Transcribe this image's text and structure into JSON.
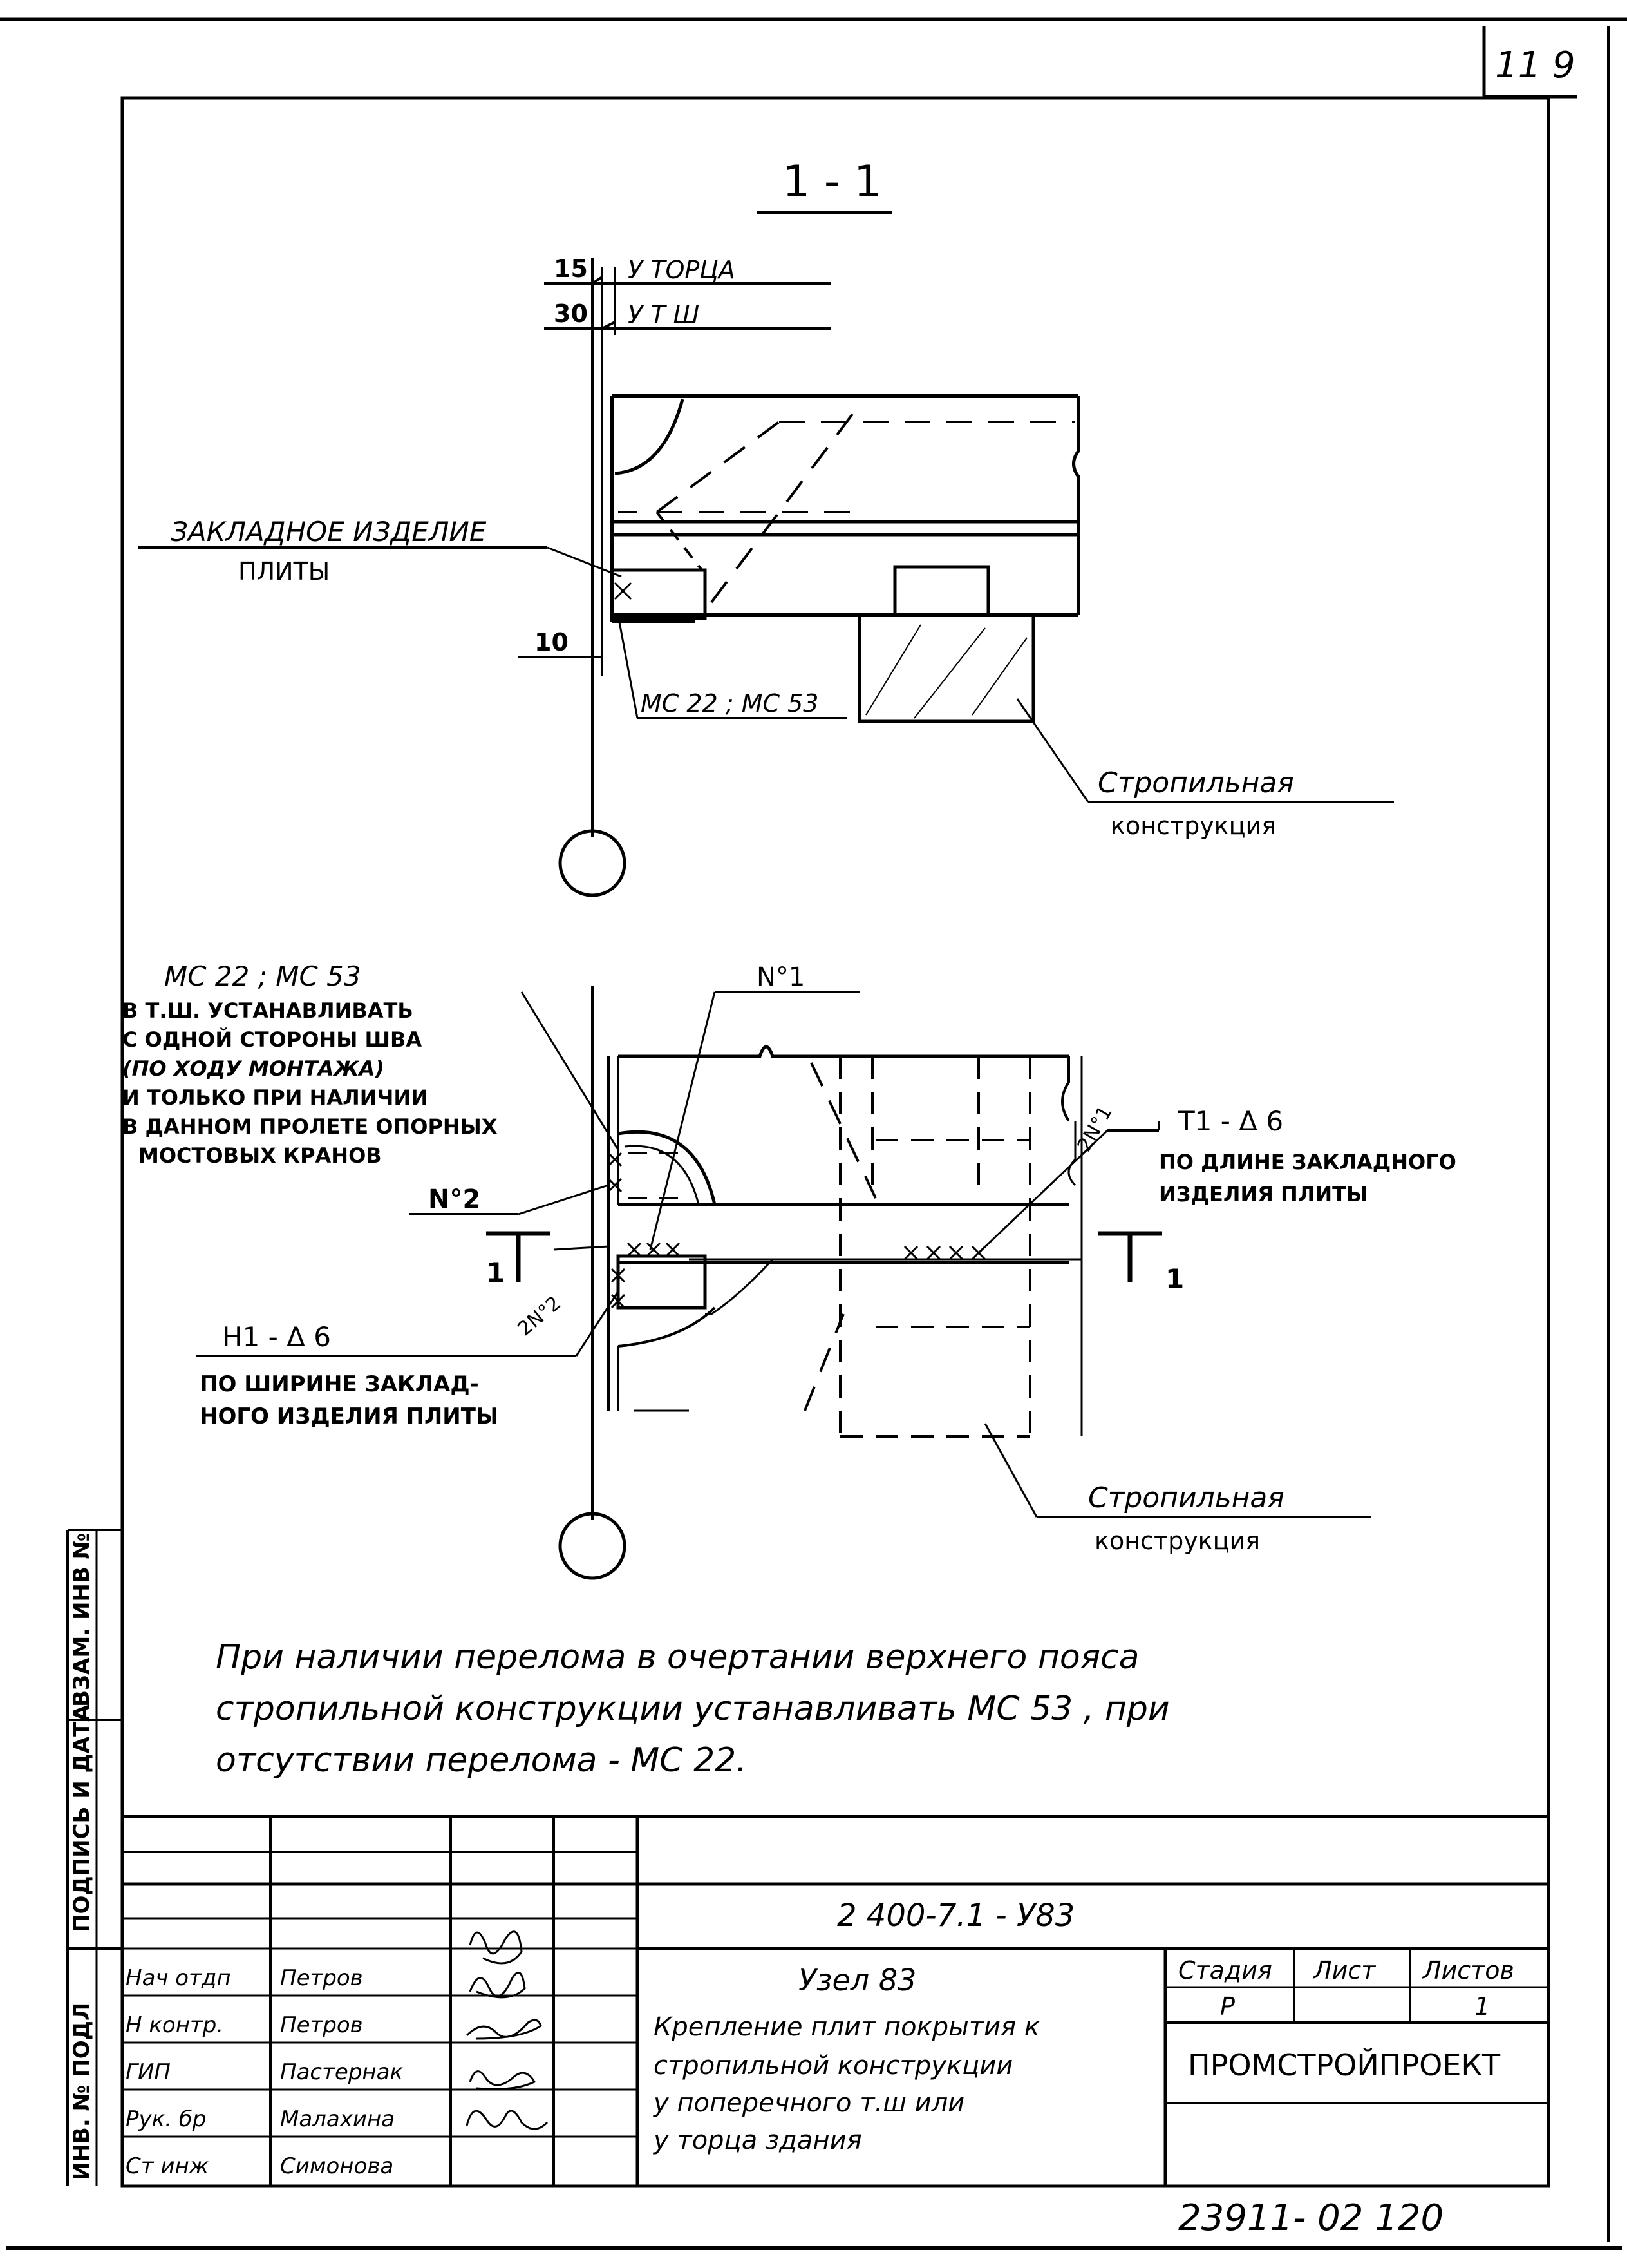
{
  "sheet_number": "11 9",
  "section_label": "1 - 1",
  "top_detail": {
    "dim_15": "15",
    "dim_30": "30",
    "dim_10": "10",
    "label_torec": "У ТОРЦА",
    "label_tsh": "У Т Ш",
    "embedded_line1": "ЗАКЛАДНОЕ ИЗДЕЛИЕ",
    "embedded_line2": "ПЛИТЫ",
    "mc_label": "МС 22 ; МС 53",
    "rafter_line1": "Стропильная",
    "rafter_line2": "конструкция"
  },
  "plan_detail": {
    "mc_label": "МС 22 ; МС 53",
    "mc_note": [
      "В Т.Ш. УСТАНАВЛИВАТЬ",
      "С ОДНОЙ СТОРОНЫ ШВА",
      "(ПО ХОДУ МОНТАЖА)",
      "И ТОЛЬКО ПРИ НАЛИЧИИ",
      "В ДАННОМ ПРОЛЕТЕ ОПОРНЫХ",
      "МОСТОВЫХ КРАНОВ"
    ],
    "no1": "N°1",
    "no2": "N°2",
    "weld_2no1": "2N°1",
    "weld_2no2": "2N°2",
    "t1_label": "Т1 - Δ 6",
    "t1_note1": "ПО ДЛИНЕ ЗАКЛАДНОГО",
    "t1_note2": "ИЗДЕЛИЯ ПЛИТЫ",
    "h1_label": "Н1 - Δ 6",
    "h1_note1": "ПО ШИРИНЕ ЗАКЛАД-",
    "h1_note2": "НОГО ИЗДЕЛИЯ ПЛИТЫ",
    "section_mark": "1",
    "rafter_line1": "Стропильная",
    "rafter_line2": "конструкция"
  },
  "note": {
    "line1": "При наличии перелома в очертании верхнего пояса",
    "line2": "стропильной конструкции устанавливать МС 53 , при",
    "line3": "отсутствии перелома - МС 22."
  },
  "side_stamp": {
    "vzam": "ВЗАМ. ИНВ №",
    "podpis": "ПОДПИСЬ И ДАТА",
    "inv": "ИНВ. № ПОДЛ"
  },
  "title_block": {
    "doc_code": "2 400-7.1 - У83",
    "roles": [
      "Нач отдп",
      "Н контр.",
      "ГИП",
      "Рук. бр",
      "Ст инж"
    ],
    "names": [
      "Петров",
      "Петров",
      "Пастернак",
      "Малахина",
      "Симонова"
    ],
    "title_line1": "Узел 83",
    "title_line2": "Крепление плит покрытия к",
    "title_line3": "стропильной конструкции",
    "title_line4": "у поперечного т.ш или",
    "title_line5": "у торца здания",
    "stage_header": "Стадия",
    "sheet_header": "Лист",
    "sheets_header": "Листов",
    "stage_value": "Р",
    "sheet_value": "",
    "sheets_value": "1",
    "organization": "ПРОМСТРОЙПРОЕКТ"
  },
  "bottom_number": "23911- 02 120"
}
